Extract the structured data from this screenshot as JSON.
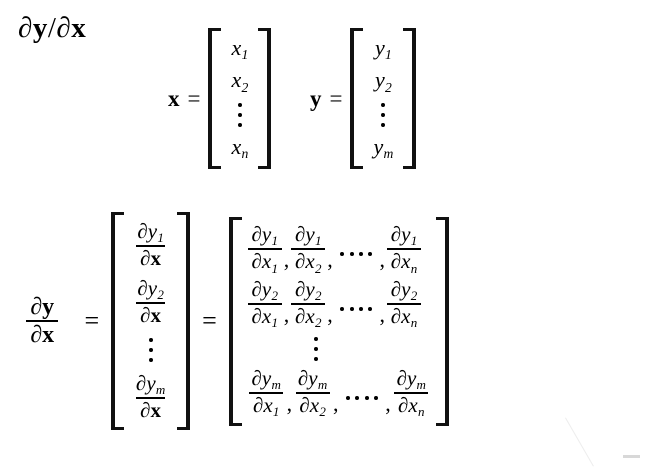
{
  "document": {
    "type": "math-notation",
    "title": "∂y/∂x",
    "title_parts": {
      "partial": "∂",
      "y": "y",
      "slash": "/",
      "x": "x"
    },
    "background_color": "#ffffff",
    "text_color": "#000000"
  },
  "definitions": {
    "x_vector": {
      "label": "x",
      "equals": "=",
      "entries": [
        "x1",
        "x2",
        "⋮",
        "xn"
      ],
      "entry_base": [
        "x",
        "x",
        "",
        "x"
      ],
      "entry_sub": [
        "1",
        "2",
        "",
        "n"
      ]
    },
    "y_vector": {
      "label": "y",
      "equals": "=",
      "entries": [
        "y1",
        "y2",
        "⋮",
        "ym"
      ],
      "entry_base": [
        "y",
        "y",
        "",
        "y"
      ],
      "entry_sub": [
        "1",
        "2",
        "",
        "m"
      ]
    }
  },
  "jacobian": {
    "lhs": {
      "numerator": {
        "partial": "∂",
        "var": "y"
      },
      "denominator": {
        "partial": "∂",
        "var": "x"
      }
    },
    "equals_1": "=",
    "equals_2": "=",
    "column_vector": {
      "rows": [
        {
          "num_partial": "∂",
          "num_var": "y",
          "num_sub": "1",
          "den_partial": "∂",
          "den_var": "x"
        },
        {
          "num_partial": "∂",
          "num_var": "y",
          "num_sub": "2",
          "den_partial": "∂",
          "den_var": "x"
        },
        {
          "num_partial": "",
          "num_var": "⋮",
          "num_sub": "",
          "den_partial": "",
          "den_var": ""
        },
        {
          "num_partial": "∂",
          "num_var": "y",
          "num_sub": "m",
          "den_partial": "∂",
          "den_var": "x"
        }
      ]
    },
    "matrix": {
      "row_subscripts": [
        "1",
        "2",
        "⋮",
        "m"
      ],
      "column_subscripts": [
        "1",
        "2",
        "n"
      ],
      "partial": "∂",
      "numerator_var": "y",
      "denominator_var": "x",
      "comma": ",",
      "ellipsis_dot_count": 4,
      "rows": [
        {
          "row_sub": "1",
          "cells": [
            "∂y1/∂x1",
            "∂y1/∂x2",
            "····",
            "∂y1/∂xn"
          ]
        },
        {
          "row_sub": "2",
          "cells": [
            "∂y2/∂x1",
            "∂y2/∂x2",
            "····",
            "∂y2/∂xn"
          ]
        },
        {
          "row_sub": "⋮",
          "cells": [
            "⋮"
          ]
        },
        {
          "row_sub": "m",
          "cells": [
            "∂ym/∂x1",
            "∂ym/∂x2",
            "····",
            "∂ym/∂xn"
          ]
        }
      ]
    }
  }
}
